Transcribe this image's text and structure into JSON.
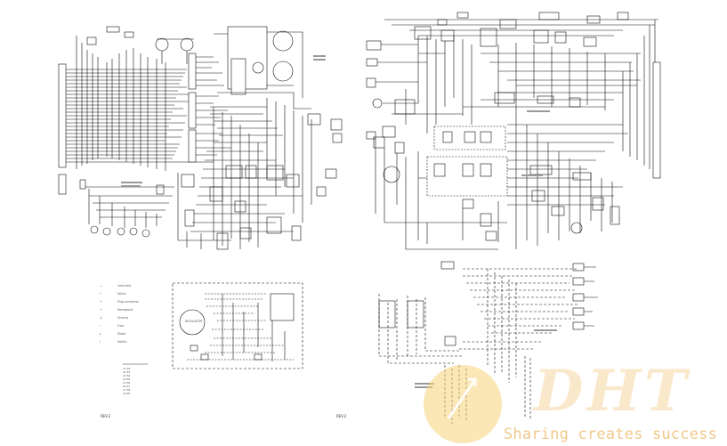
{
  "document": {
    "type": "electrical wiring schematic",
    "pages": 2
  },
  "legend": {
    "items": [
      {
        "symbol": "wire",
        "label": "Lead wire"
      },
      {
        "symbol": "splice",
        "label": "Splice"
      },
      {
        "symbol": "plug",
        "label": "Plug connector"
      },
      {
        "symbol": "receptacle",
        "label": "Receptacle"
      },
      {
        "symbol": "ground",
        "label": "Ground"
      },
      {
        "symbol": "fuse",
        "label": "Fuse"
      },
      {
        "symbol": "diode",
        "label": "Diode"
      },
      {
        "symbol": "switch",
        "label": "Switch"
      }
    ]
  },
  "component_labels": {
    "regulator": "REGULATOR"
  },
  "page_numbers": {
    "left": "REV.2",
    "right": "REV.2"
  },
  "watermark": {
    "logo_text": "DHT",
    "tagline": "Sharing creates success",
    "colors": {
      "primary": "#f0c98a",
      "circle": "#f7d27a"
    }
  }
}
